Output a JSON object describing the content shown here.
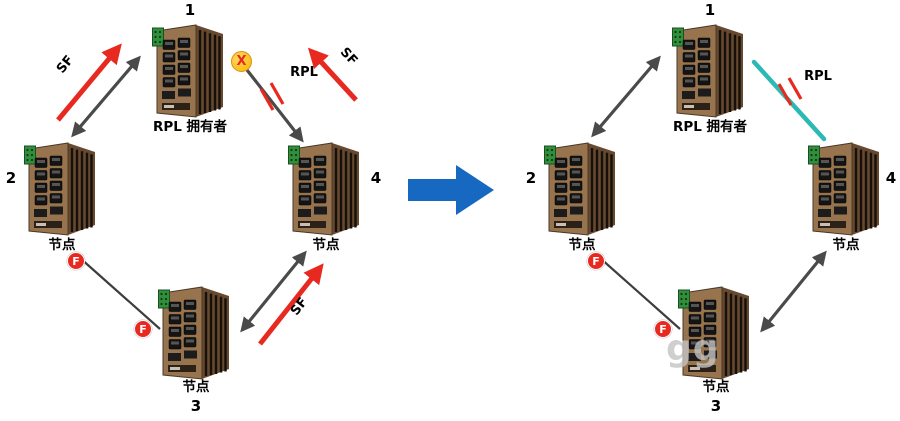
{
  "colors": {
    "red": "#e8291f",
    "gray": "#4a4a4a",
    "cyan": "#2cb9b3",
    "blue": "#1668c0",
    "yellow": "#ffb400"
  },
  "left": {
    "n1": {
      "number": "1",
      "label": "RPL 拥有者"
    },
    "n2": {
      "number": "2",
      "label": "节点"
    },
    "n3": {
      "number": "3",
      "label": "节点"
    },
    "n4": {
      "number": "4",
      "label": "节点"
    },
    "sf_12": "SF",
    "sf_14": "SF",
    "sf_34": "SF",
    "rpl": "RPL",
    "x_mark": "X",
    "f_mark": "F"
  },
  "right": {
    "n1": {
      "number": "1",
      "label": "RPL 拥有者"
    },
    "n2": {
      "number": "2",
      "label": "节点"
    },
    "n3": {
      "number": "3",
      "label": "节点"
    },
    "n4": {
      "number": "4",
      "label": "节点"
    },
    "rpl": "RPL",
    "f_mark": "F"
  },
  "watermark": "gg"
}
